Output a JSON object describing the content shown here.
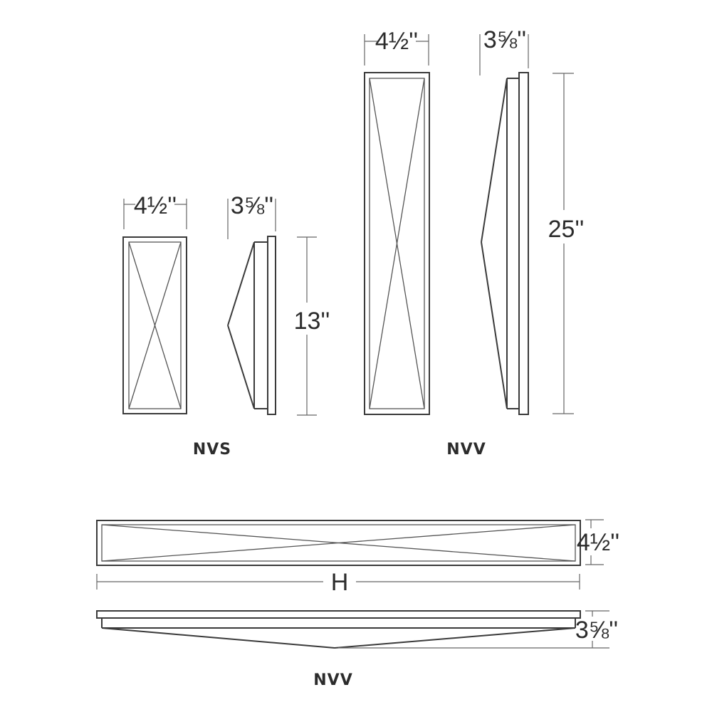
{
  "nvs": {
    "label": "NVS",
    "width": "4½''",
    "depth": "3⅝''",
    "height": "13''"
  },
  "nvv_vertical": {
    "label": "NVV",
    "width": "4½''",
    "depth": "3⅝''",
    "height": "25''"
  },
  "nvv_horizontal": {
    "label": "NVV",
    "width_symbol": "H",
    "height": "4½''",
    "depth": "3⅝''"
  }
}
